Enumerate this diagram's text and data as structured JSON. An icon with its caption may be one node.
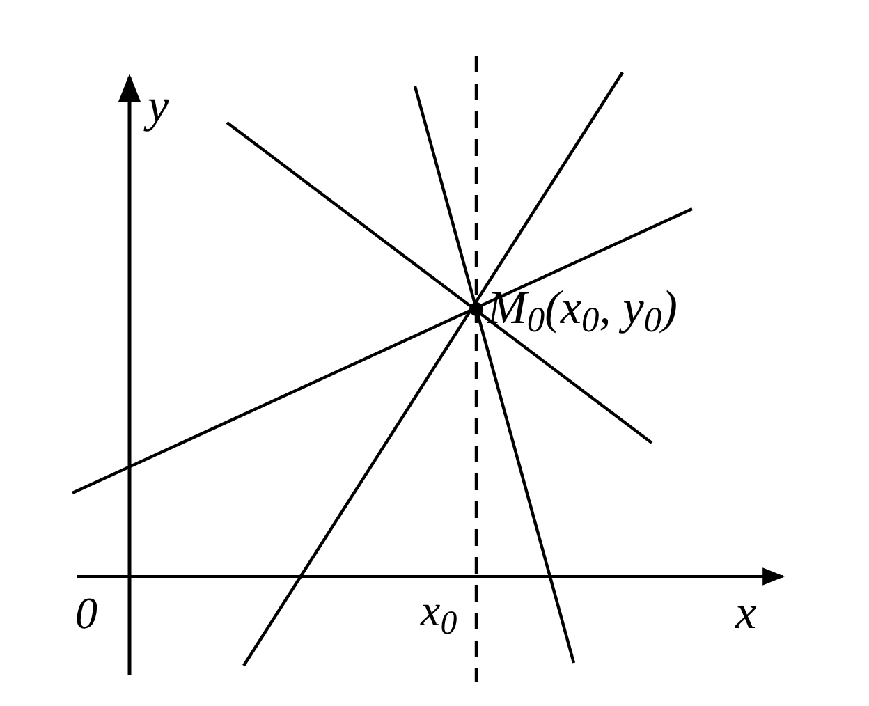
{
  "diagram": {
    "labels": [
      "y",
      "M$_{0}$(x$_{0}$, y$_{0}$)",
      "0",
      "x$_{0}$",
      "x"
    ]
  }
}
